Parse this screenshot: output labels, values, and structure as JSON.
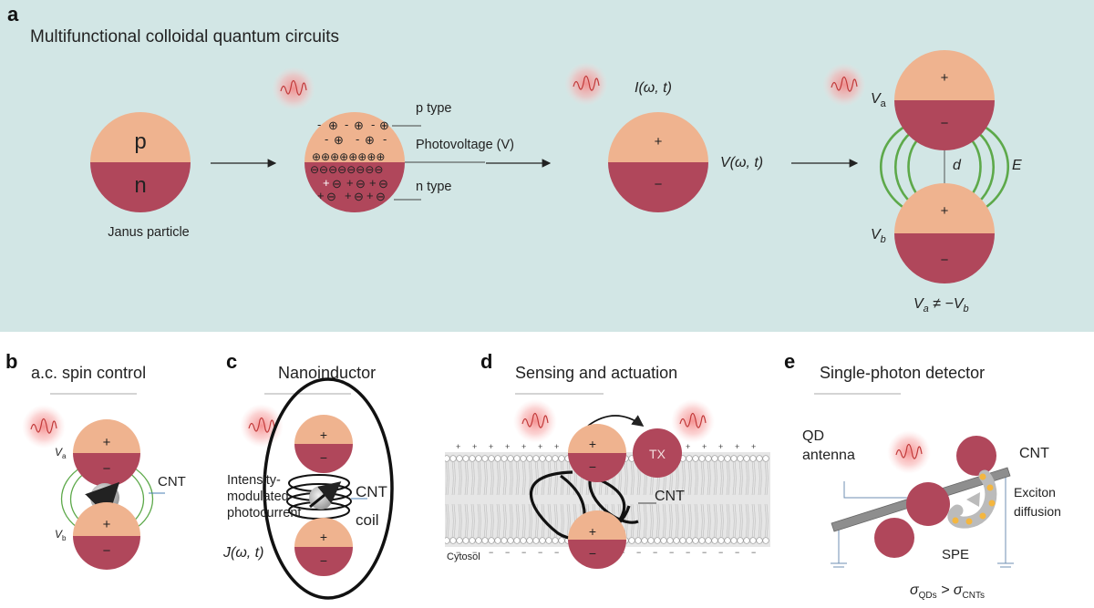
{
  "panel_a": {
    "letter": "a",
    "title": "Multifunctional colloidal quantum circuits",
    "p_label": "p",
    "n_label": "n",
    "janus_label": "Janus particle",
    "p_type_label": "p type",
    "photovoltage_label": "Photovoltage (V)",
    "n_type_label": "n type",
    "current_label": "I(ω, t)",
    "voltage_label": "V(ω, t)",
    "va_label": "V",
    "va_sub": "a",
    "vb_label": "V",
    "vb_sub": "b",
    "d_label": "d",
    "e_label": "E",
    "plus": "+",
    "minus": "−",
    "inequality": "V",
    "inequality_sub_a": "a",
    "inequality_mid": " ≠ −V",
    "inequality_sub_b": "b"
  },
  "panel_b": {
    "letter": "b",
    "title": "a.c. spin control",
    "va_label": "V",
    "va_sub": "a",
    "vb_label": "V",
    "vb_sub": "b",
    "cnt_label": "CNT"
  },
  "panel_c": {
    "letter": "c",
    "title": "Nanoinductor",
    "photocurrent_line1": "Intensity-",
    "photocurrent_line2": "modulated",
    "photocurrent_line3": "photocurrent",
    "cnt_label": "CNT",
    "coil_label": "coil",
    "j_label": "J(ω, t)"
  },
  "panel_d": {
    "letter": "d",
    "title": "Sensing and actuation",
    "tx_label": "TX",
    "cnt_label": "CNT",
    "cytosol_label": "Cytosol"
  },
  "panel_e": {
    "letter": "e",
    "title": "Single-photon detector",
    "qd_line1": "QD",
    "qd_line2": "antenna",
    "cnt_label": "CNT",
    "exciton_line1": "Exciton",
    "exciton_line2": "diffusion",
    "spe_label": "SPE",
    "sigma_left": "σ",
    "sigma_left_sub": "QDs",
    "sigma_mid": " > σ",
    "sigma_right_sub": "CNTs"
  },
  "colors": {
    "panel_a_bg": "#d2e6e5",
    "p_color": "#efb38f",
    "n_color": "#b0475b",
    "field_green": "#5da94a",
    "glow_red": "#f07b7b"
  }
}
